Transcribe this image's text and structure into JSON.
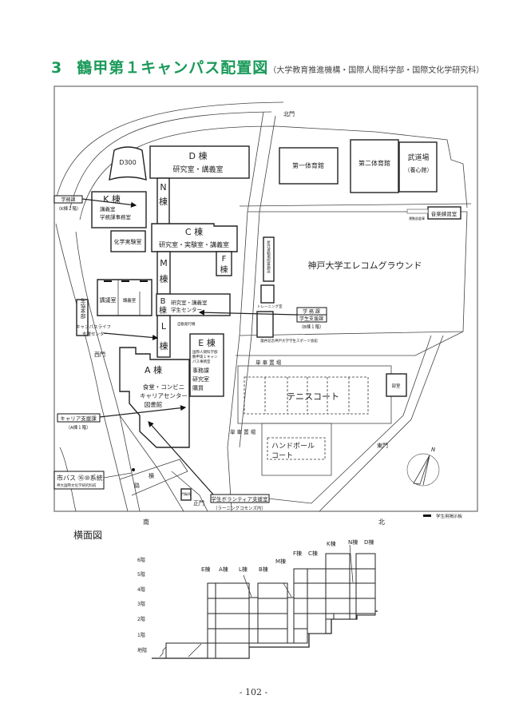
{
  "header": {
    "number": "3",
    "title": "鶴甲第１キャンパス配置図",
    "subtitle": "（大学教育推進機構・国際人間科学部・国際文化学研究科）"
  },
  "map": {
    "buildings": {
      "d300": "D300",
      "d_name": "D 棟",
      "d_sub": "研究室・講義室",
      "n_name1": "N",
      "n_name2": "棟",
      "k_name": "K 棟",
      "k_sub1": "講義室",
      "k_sub2": "学務課事務室",
      "chem": "化学実験室",
      "c_name": "C 棟",
      "c_sub": "研究室・実験室・講義室",
      "f_name1": "F",
      "f_name2": "棟",
      "m_name1": "M",
      "m_name2": "棟",
      "lecture1": "講議室",
      "lecture2": "講義室",
      "b_name1": "B",
      "b_name2": "棟",
      "b_sub1": "研究室・講義室",
      "b_sub2": "学生センター",
      "l_name1": "L",
      "l_name2": "棟",
      "e_name": "E 棟",
      "e_sub1": "国際人間科学部",
      "e_sub2": "鶴甲第１キャン",
      "e_sub3": "パス事務室",
      "e_sub4": "事務課",
      "e_sub5": "研究室",
      "e_sub6": "購買",
      "a_name": "A 棟",
      "a_sub1": "食堂・コンビニ",
      "a_sub2": "キャリアセンター",
      "a_sub3": "図書館",
      "coop": "生協本部",
      "gym1": "第一体育館",
      "gym2": "第二体育館",
      "budo": "武道場",
      "budo_sub": "（養心館）",
      "music": "音楽練習室",
      "sports_store": "運動部倉庫",
      "outdoor": "屋外運動場附属施設",
      "training": "トレーニング室",
      "sports_hall": "瀧井記念神戸大学学生スポーツ会館",
      "club": "部室",
      "guard": "門衛所"
    },
    "areas": {
      "ground": "神戸大学エレコムグラウンド",
      "tennis": "テニスコート",
      "handball1": "ハンドボール",
      "handball2": "コート",
      "bike1": "単 車 置 場",
      "bike2": "単 車 置 場"
    },
    "gates": {
      "north": "北門",
      "west": "西門",
      "main": "正門",
      "east": "東門"
    },
    "misc": {
      "kiosk": "自動発行機",
      "campus_life1": "キャンパスライフ",
      "campus_life2": "支援センター",
      "slope": "横",
      "slope2": "路"
    },
    "callouts": {
      "gakumu": "学務課",
      "gakumu_loc": "（K棟２階）",
      "b_gakumu": "学 務 課",
      "b_support": "学生支援課",
      "b_loc": "（B棟１階）",
      "career": "キャリア支援課",
      "career_loc": "（A棟１階）",
      "volunteer": "学生ボランティア支援室",
      "volunteer_loc": "（ラーニングコモンズ内）",
      "bus": "市バス ⑯⑩系統",
      "bus_stop": "神大国際文化学研究科前"
    },
    "compass": "N",
    "direction_south": "南",
    "direction_north": "北",
    "legend": "学生用掲示板"
  },
  "elevation": {
    "title": "横面図",
    "floors": [
      "6階",
      "5階",
      "4階",
      "3階",
      "2階",
      "1階",
      "地階"
    ],
    "labels": [
      "E棟",
      "A棟",
      "L棟",
      "B棟",
      "M棟",
      "F棟",
      "C棟",
      "K棟",
      "N棟",
      "D棟"
    ]
  },
  "footer": {
    "page": "- 102 -"
  }
}
